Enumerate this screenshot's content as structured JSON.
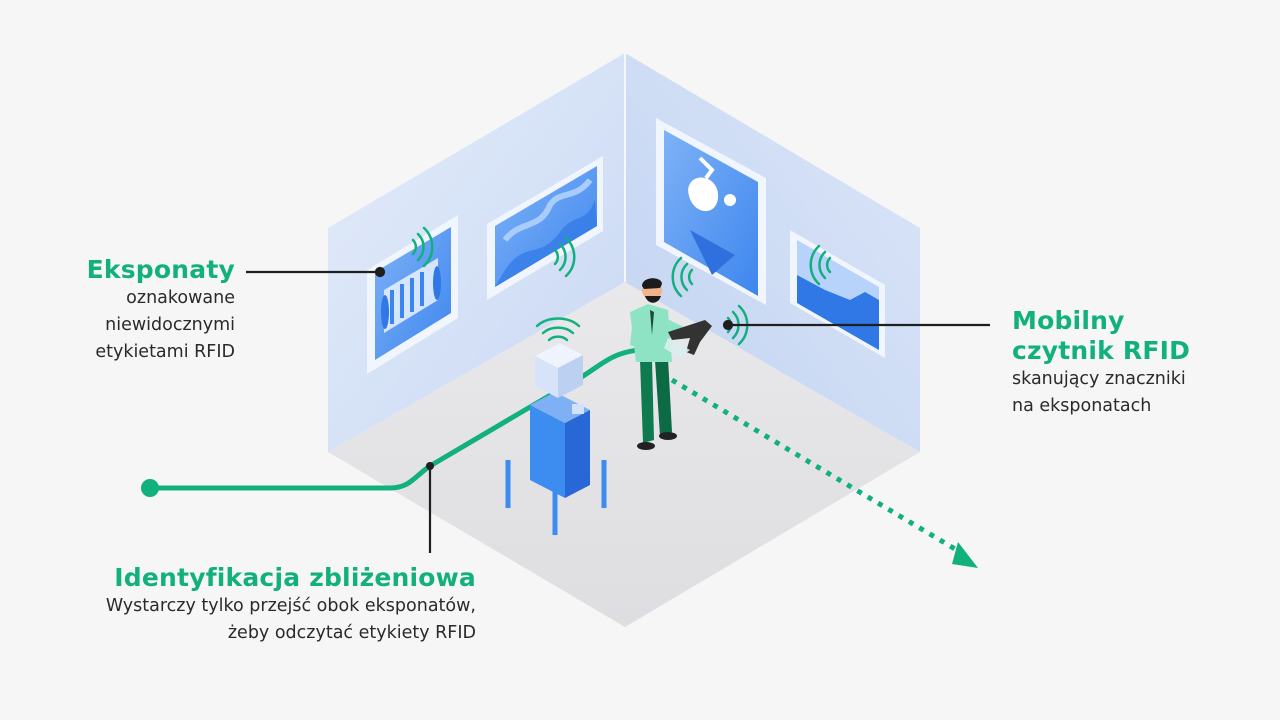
{
  "labels": {
    "exhibits": {
      "title": "Eksponaty",
      "desc": [
        "oznakowane",
        "niewidocznymi",
        "etykietami RFID"
      ]
    },
    "reader": {
      "title": [
        "Mobilny",
        "czytnik RFID"
      ],
      "desc": [
        "skanujący znaczniki",
        "na eksponatach"
      ]
    },
    "proximity": {
      "title": "Identyfikacja zbliżeniowa",
      "desc": [
        "Wystarczy tylko przejść obok eksponatów,",
        "żeby odczytać etykiety RFID"
      ]
    }
  },
  "colors": {
    "accent": "#12b07d",
    "background": "#f6f6f6",
    "wall_left": "#dbe6f8",
    "wall_right": "#cfdcf5",
    "floor": "#e6e6e8",
    "gate_blue": "#3d8cf0"
  },
  "icons": [
    "rfid-signal-icon",
    "person-icon",
    "rfid-gate-icon",
    "arrow-head-icon"
  ]
}
